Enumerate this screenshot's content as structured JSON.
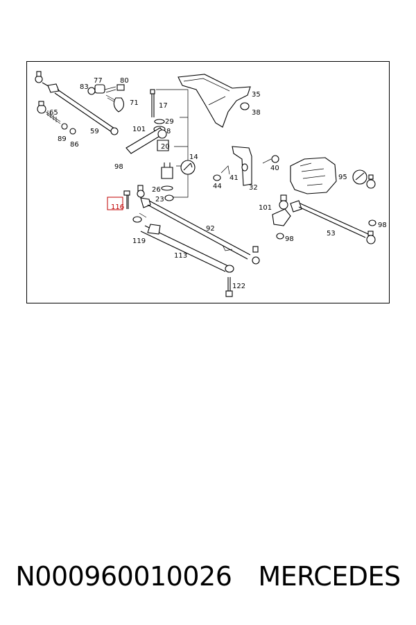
{
  "diagram": {
    "callouts": {
      "c77": "77",
      "c80": "80",
      "c83": "83",
      "c71": "71",
      "c17": "17",
      "c35": "35",
      "c38": "38",
      "c65": "65",
      "c29": "29",
      "c8": "8",
      "c101a": "101",
      "c59": "59",
      "c89": "89",
      "c86": "86",
      "c20": "20",
      "c14": "14",
      "c98a": "98",
      "c40": "40",
      "c41": "41",
      "c44": "44",
      "c32": "32",
      "c95": "95",
      "c26": "26",
      "c23": "23",
      "c116": "116",
      "c101b": "101",
      "c92": "92",
      "c98b": "98",
      "c53": "53",
      "c119": "119",
      "c98c": "98",
      "c113": "113",
      "c122": "122"
    },
    "highlighted_callout": "116",
    "highlight_color": "#c00000"
  },
  "caption": {
    "part_number": "N000960010026",
    "brand": "MERCEDES"
  }
}
